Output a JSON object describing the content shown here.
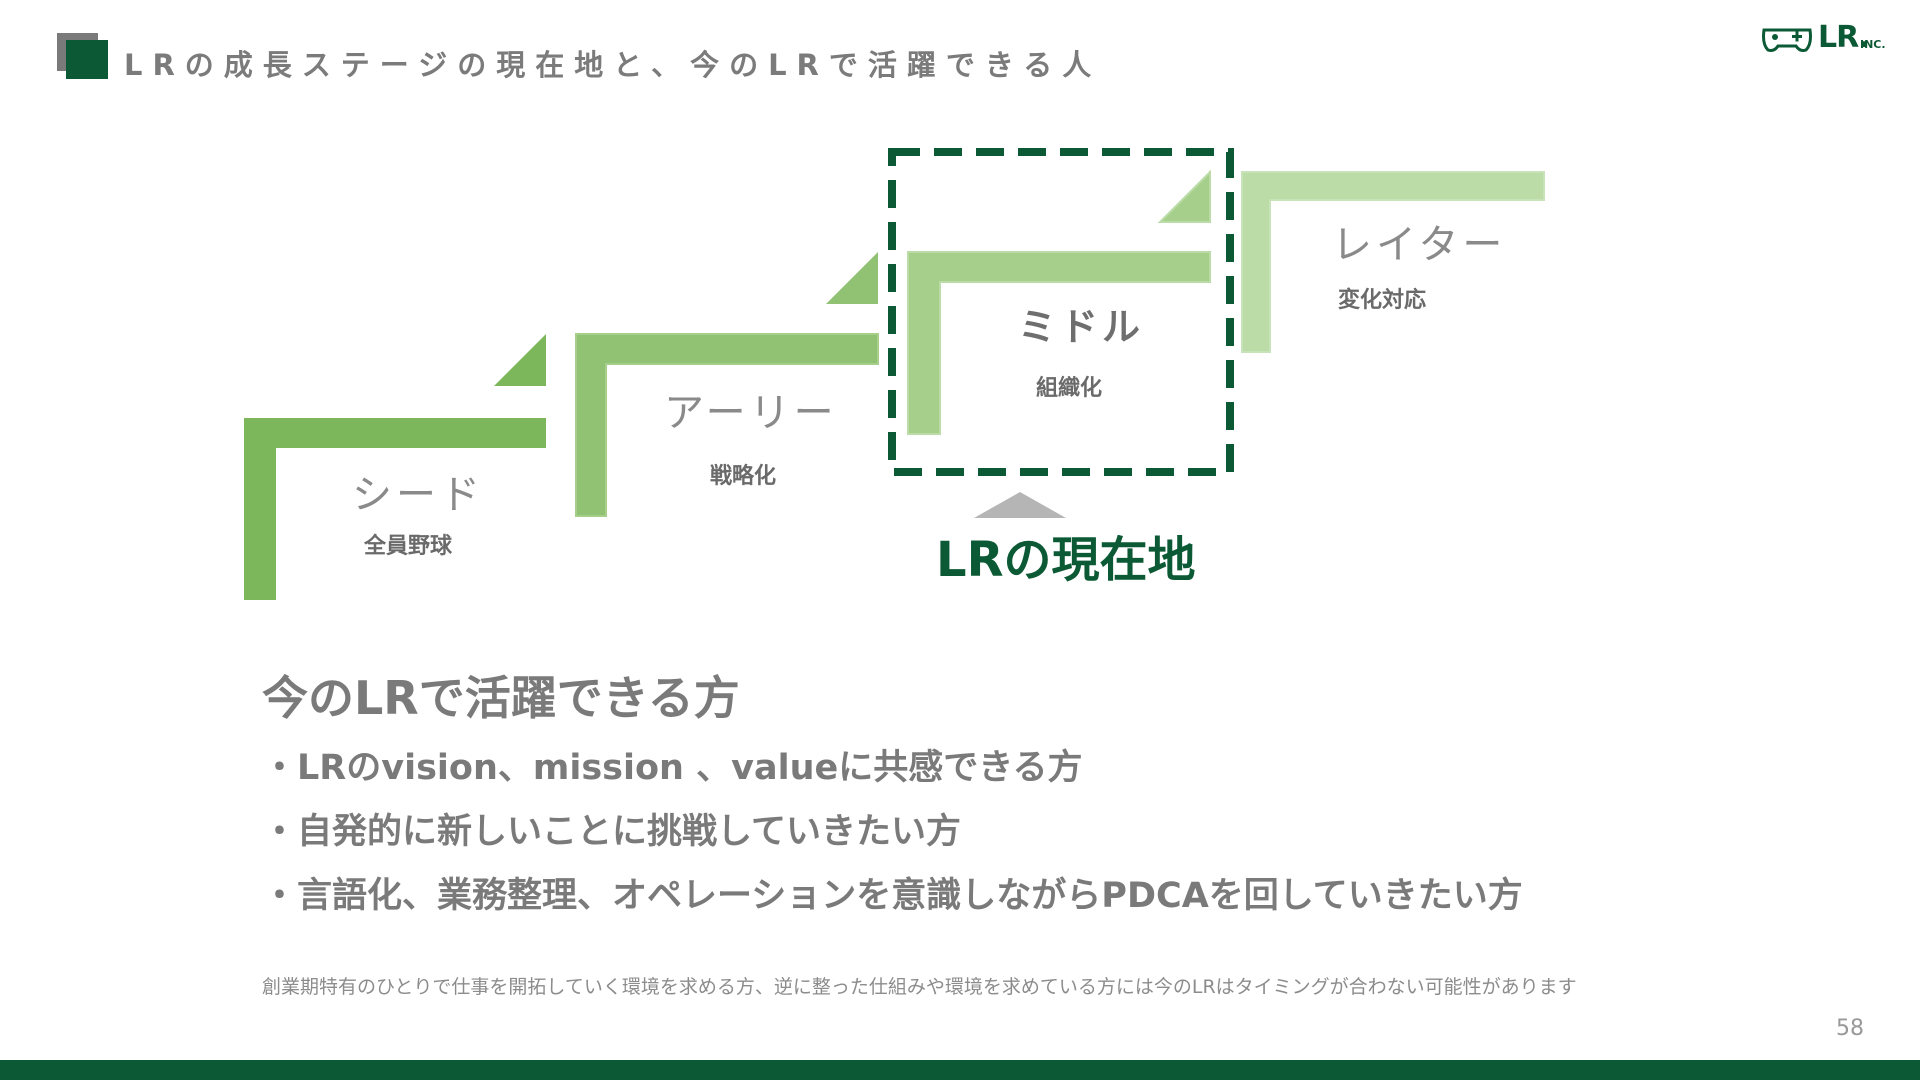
{
  "slide": {
    "title": "LRの成長ステージの現在地と、今のLRで活躍できる人",
    "logo_text": "LR.",
    "logo_sub": "INC.",
    "page_number": "58"
  },
  "stages": [
    {
      "label": "シード",
      "sub": "全員野球"
    },
    {
      "label": "アーリー",
      "sub": "戦略化"
    },
    {
      "label": "ミドル",
      "sub": "組織化",
      "current": true
    },
    {
      "label": "レイター",
      "sub": "変化対応"
    }
  ],
  "current_position": {
    "label": "LRの現在地"
  },
  "colors": {
    "brand_green": "#0c5a35",
    "stage_1": "#7db75b",
    "stage_2": "#91c273",
    "stage_3": "#a7cf8c",
    "stage_4": "#bcdca7",
    "text_gray": "#7a7a7a"
  },
  "section": {
    "title": "今のLRで活躍できる方",
    "bullets": [
      "・LRのvision、mission 、valueに共感できる方",
      "・自発的に新しいことに挑戦していきたい方",
      "・言語化、業務整理、オペレーションを意識しながらPDCAを回していきたい方"
    ]
  },
  "footnote": "創業期特有のひとりで仕事を開拓していく環境を求める方、逆に整った仕組みや環境を求めている方には今のLRはタイミングが合わない可能性があります"
}
